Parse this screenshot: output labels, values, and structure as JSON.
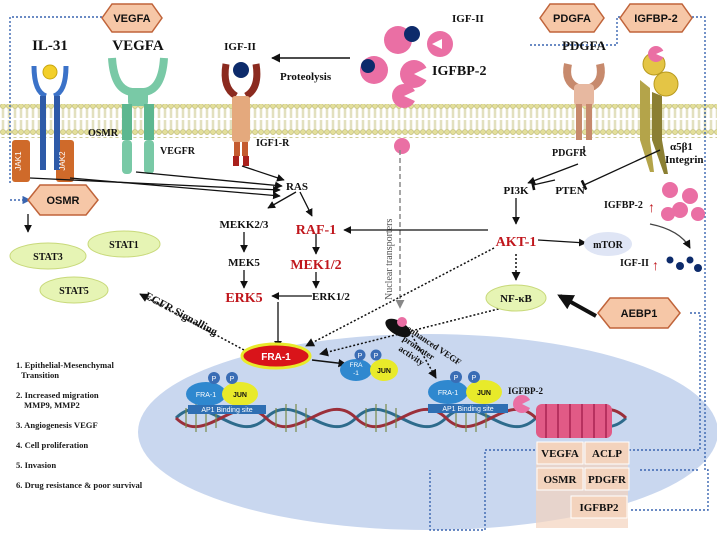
{
  "hexagons": {
    "vegfa_top": "VEGFA",
    "pdgfa_top": "PDGFA",
    "igfbp2_top": "IGFBP-2",
    "osmr": "OSMR",
    "aebp1": "AEBP1"
  },
  "receptors": {
    "il31": "IL-31",
    "vegfa": "VEGFA",
    "osmr": "OSMR",
    "jak1": "JAK1",
    "jak2": "JAK2",
    "vegfr": "VEGFR",
    "igf2": "IGF-II",
    "igf1r": "IGF1-R",
    "pdgfa": "PDGFA",
    "pdgfr": "PDGFR",
    "integrin_line1": "α5β1",
    "integrin_line2": "Integrin"
  },
  "ligands": {
    "igf2_top": "IGF-II",
    "igfbp2": "IGFBP-2",
    "proteolysis": "Proteolysis"
  },
  "pathway": {
    "ras": "RAS",
    "raf1": "RAF-1",
    "mekk23": "MEKK2/3",
    "mek12": "MEK1/2",
    "mek5": "MEK5",
    "erk5": "ERK5",
    "erk12": "ERK1/2",
    "pi3k": "PI3K",
    "pten": "PTEN",
    "akt1": "AKT-1",
    "mtor": "mTOR",
    "nfkb": "NF-κB",
    "igfbp2_up": "IGFBP-2",
    "igf2_up": "IGF-II",
    "stat3": "STAT3",
    "stat1": "STAT1",
    "stat5": "STAT5",
    "nuclear_transporters": "Nuclear transporters",
    "egfr_signalling": "EGFR Signalling",
    "enhanced_vegf": [
      "enhanced VEGF",
      "promoter",
      "activity"
    ],
    "fra1": "FRA-1"
  },
  "nucleus": {
    "fra1_left": "FRA-1",
    "jun_left": "JUN",
    "ap1_left": "AP1 Binding site",
    "fra1_mid": "FRA",
    "fra1_mid2": "-1",
    "jun_mid": "JUN",
    "fra1_right": "FRA-1",
    "jun_right": "JUN",
    "ap1_right": "AP1 Binding site",
    "igfbp2_nuc": "IGFBP-2",
    "p": "P"
  },
  "targets": [
    "VEGFA",
    "ACLP",
    "OSMR",
    "PDGFR",
    "IGFBP2"
  ],
  "outcomes": [
    "1. Epithelial-Mesenchymal",
    "Transition",
    "2. Increased migration",
    "MMP9, MMP2",
    "3. Angiogenesis VEGF",
    "4. Cell proliferation",
    "5. Invasion",
    "6. Drug resistance & poor survival"
  ],
  "colors": {
    "hexagon_fill": "#f6c7a7",
    "hexagon_stroke": "#c0643a",
    "stat_fill": "#e6f4b4",
    "stat_stroke": "#c8d97a",
    "red_text": "#c0161c",
    "nucleus_fill": "#c9d7ef",
    "target_fill": "#f3d3bd",
    "fra1_fill": "#d9141a",
    "jun_fill": "#e8ea2a",
    "fra_box_fill": "#2f88cf",
    "p_fill": "#3a6db5",
    "membrane": "#d9d79a",
    "igfbp_pink": "#ea6fa4",
    "igf_navy": "#0d2b6b"
  }
}
